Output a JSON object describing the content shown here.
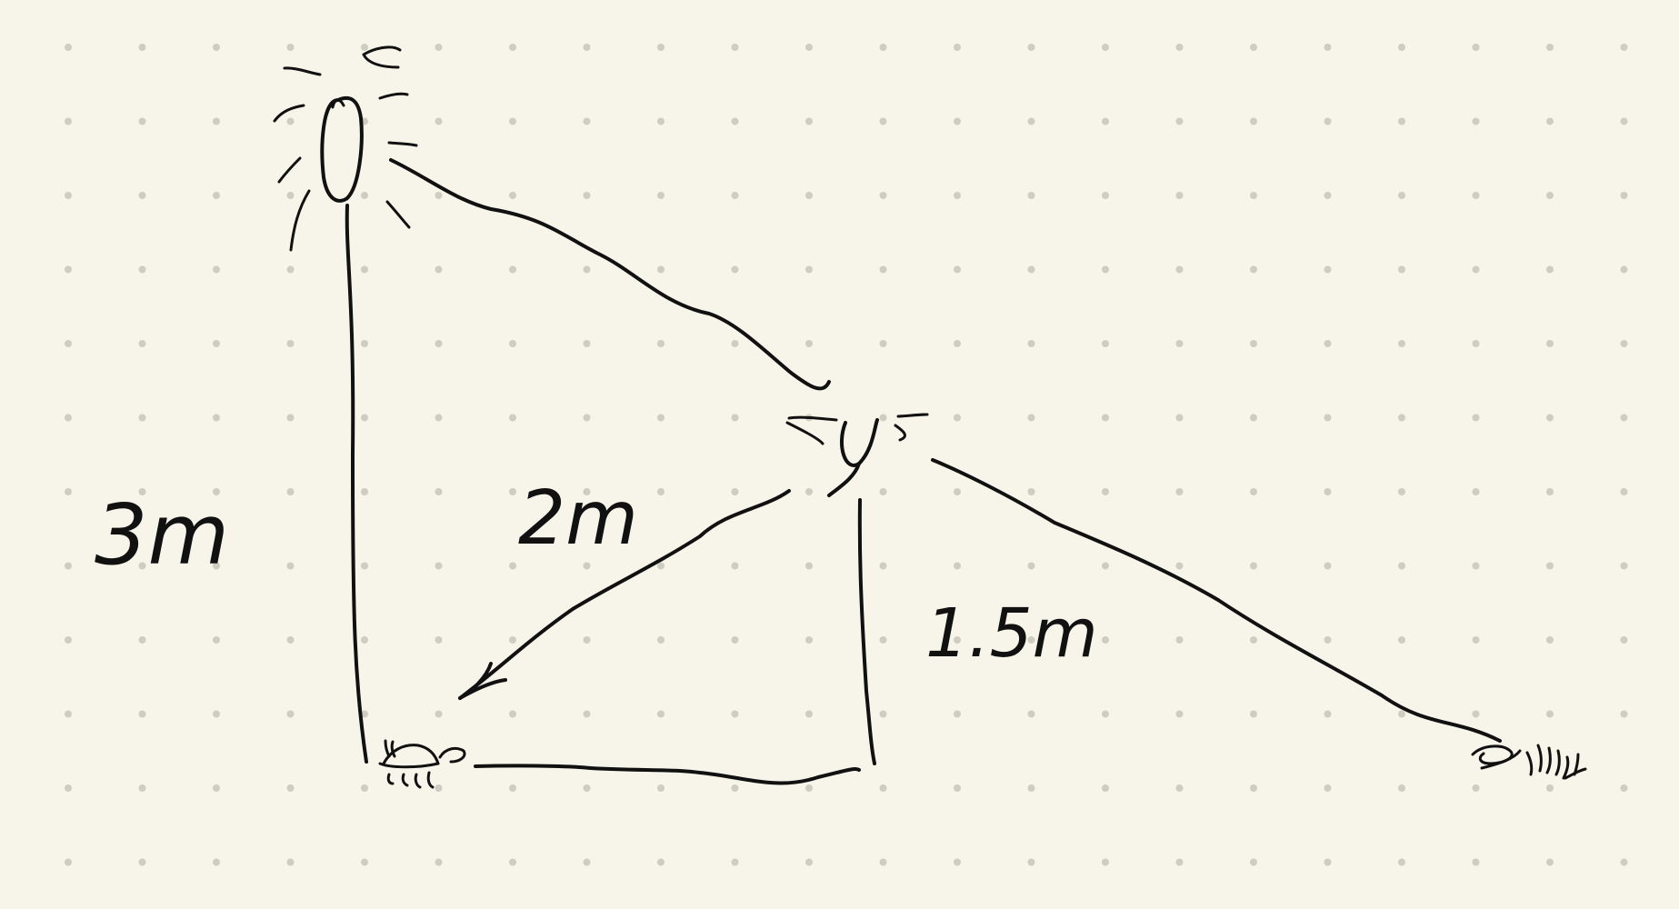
{
  "labels": {
    "lamp_height": "3m",
    "hypotenuse": "2m",
    "person_height": "1.5m"
  },
  "ink_color": "#111111",
  "paper_color": "#f7f5ea",
  "icons": [
    "street-lamp-icon",
    "person-head-icon",
    "bug-icon",
    "shadow-tip-icon"
  ]
}
